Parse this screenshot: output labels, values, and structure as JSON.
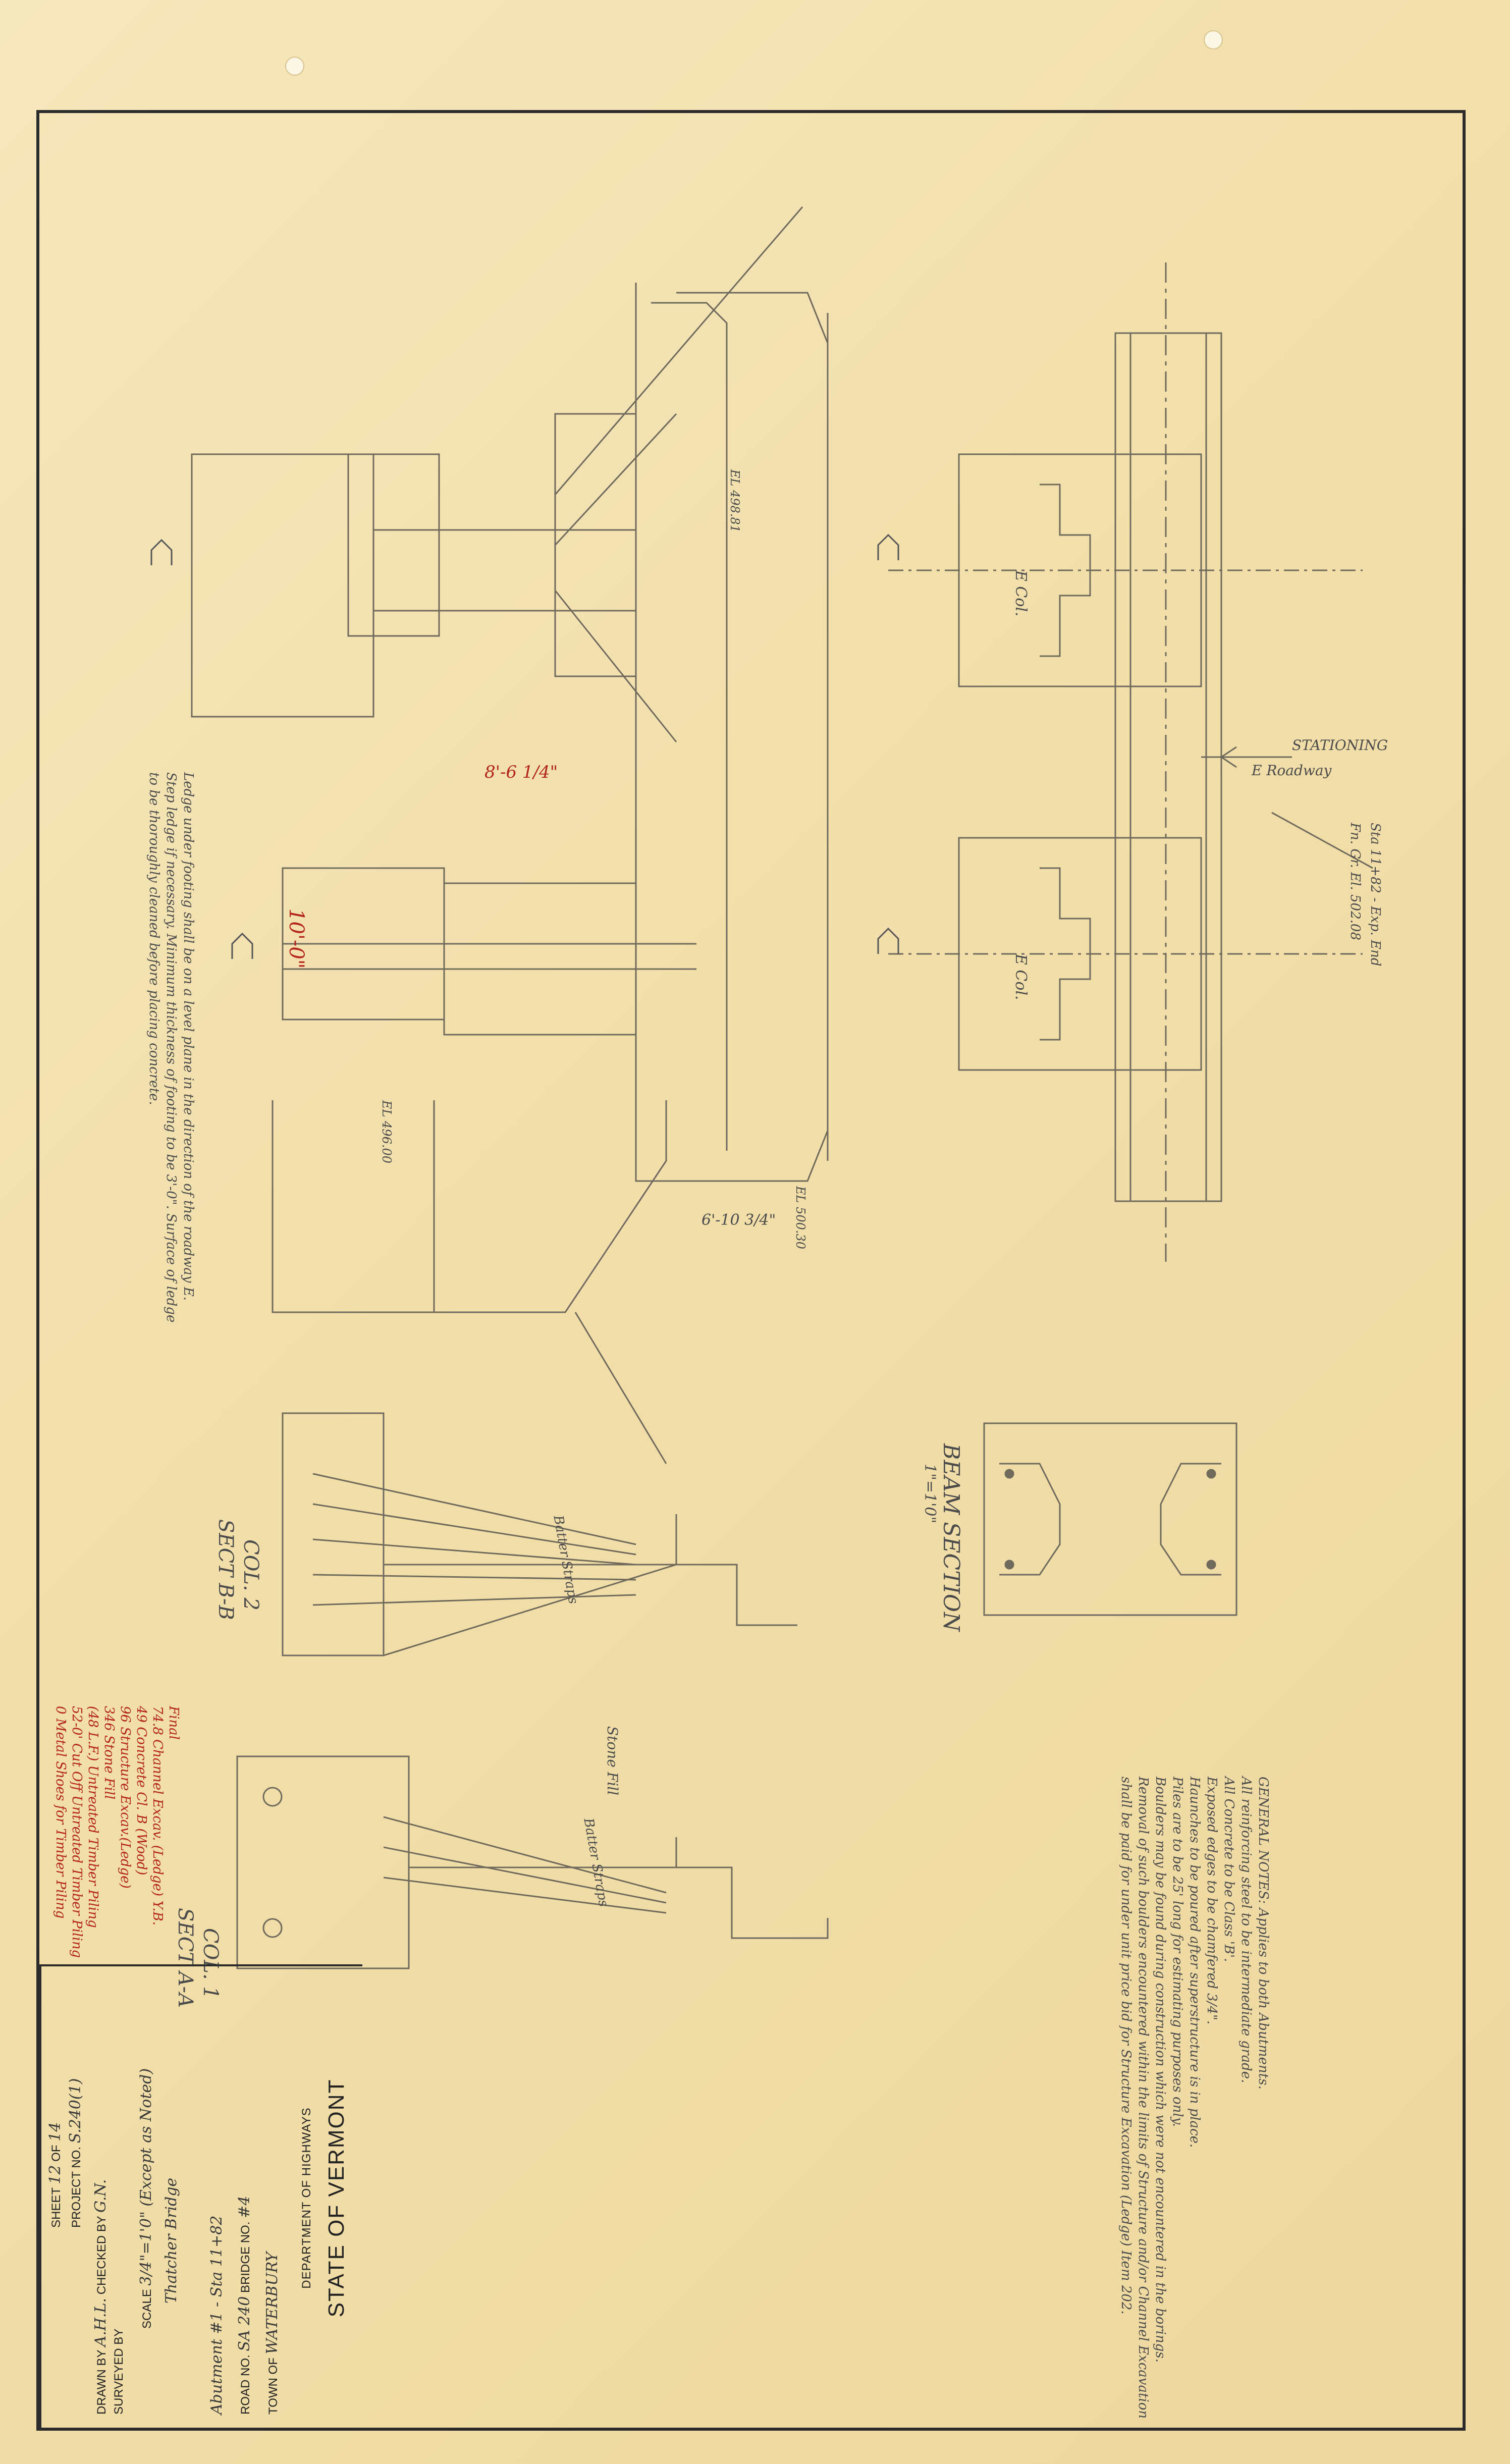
{
  "title_block": {
    "state": "STATE OF VERMONT",
    "department": "DEPARTMENT OF HIGHWAYS",
    "town_label": "TOWN OF",
    "town": "WATERBURY",
    "road_label": "ROAD NO.",
    "road": "SA 240",
    "bridge_label": "BRIDGE NO.",
    "bridge": "#4",
    "subject": "Abutment #1 - Sta 11+82",
    "name": "Thatcher Bridge",
    "scale_label": "SCALE",
    "scale": "3/4\"=1'0\" (Except as Noted)",
    "surveyed_label": "SURVEYED BY",
    "checked_label": "CHECKED BY",
    "checked": "G.N.",
    "drawn_label": "DRAWN BY",
    "drawn": "A.H.L.",
    "project_label": "PROJECT NO.",
    "project": "S.240(1)",
    "sheet_label": "SHEET",
    "sheet": "12",
    "of_label": "OF",
    "of": "14"
  },
  "labels": {
    "col_e": "E Col.",
    "stationing": "STATIONING",
    "roadway": "E Roadway",
    "beam_section": "BEAM SECTION",
    "beam_scale": "1\"=1'0\"",
    "col2_sect": "COL. 2",
    "sect_bb": "SECT B-B",
    "col1_sect": "COL. 1",
    "sect_aa": "SECT A-A",
    "batter": "Batter Straps",
    "stone_fill": "Stone Fill",
    "exp_end": "Sta 11+82 - Exp. End",
    "exp_el": "Fn. Gr. El. 502.08",
    "dim_10": "10'-0\"",
    "dim_8": "8'-6 1/4\"",
    "dim_6": "6'-10 3/4\"",
    "el_a": "EL 498.81",
    "el_b": "EL 500.30",
    "el_c": "EL 496.00"
  },
  "notes": {
    "ledge": "Ledge under footing shall be on a level plane in the direction of the roadway E. Step ledge if necessary. Minimum thickness of footing to be 3'-0\". Surface of ledge to be thoroughly cleaned before placing concrete.",
    "general_title": "GENERAL NOTES: Applies to both Abutments.",
    "general": [
      "All reinforcing steel to be intermediate grade.",
      "All Concrete to be Class 'B'.",
      "Exposed edges to be chamfered 3/4\".",
      "Haunches to be poured after superstructure is in place.",
      "Piles are to be 25' long for estimating purposes only.",
      "Boulders may be found during construction which were not encountered in the borings. Removal of such boulders encountered within the limits of Structure and/or Channel Excavation shall be paid for under unit price bid for Structure Excavation (Ledge) Item 202."
    ],
    "quantities_title": "Final",
    "quantities": [
      "74.8  Channel Excav. (Ledge)  Y.B.",
      "49  Concrete Cl. B (Wood)",
      "96  Structure Excav.(Ledge)",
      "346  Stone Fill",
      "(48 L.F.)  Untreated Timber Piling",
      "52-0'  Cut Off Untreated Timber Piling",
      "0  Metal Shoes for Timber Piling"
    ]
  },
  "icons": [
    "circle-hole-icon",
    "section-arrow-icon"
  ]
}
